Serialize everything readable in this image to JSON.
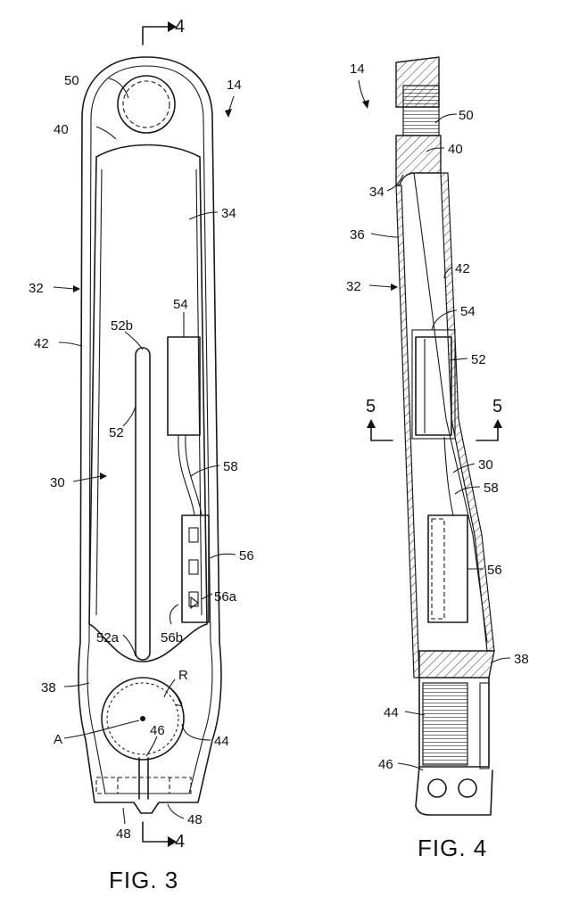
{
  "fig3": {
    "caption": "FIG. 3",
    "section_mark": "4",
    "labels": {
      "l50": "50",
      "l14": "14",
      "l40": "40",
      "l34": "34",
      "l32": "32",
      "l42": "42",
      "l54": "54",
      "l52b": "52b",
      "l52": "52",
      "l30": "30",
      "l58": "58",
      "l56": "56",
      "l56a": "56a",
      "l56b": "56b",
      "l52a": "52a",
      "l38": "38",
      "lR": "R",
      "lA": "A",
      "l46": "46",
      "l44": "44",
      "l48a": "48",
      "l48b": "48"
    }
  },
  "fig4": {
    "caption": "FIG. 4",
    "section_mark": "5",
    "labels": {
      "l14": "14",
      "l50": "50",
      "l40": "40",
      "l34": "34",
      "l36": "36",
      "l42": "42",
      "l32": "32",
      "l54": "54",
      "l52": "52",
      "l30": "30",
      "l58": "58",
      "l56": "56",
      "l38": "38",
      "l44": "44",
      "l46": "46"
    }
  }
}
